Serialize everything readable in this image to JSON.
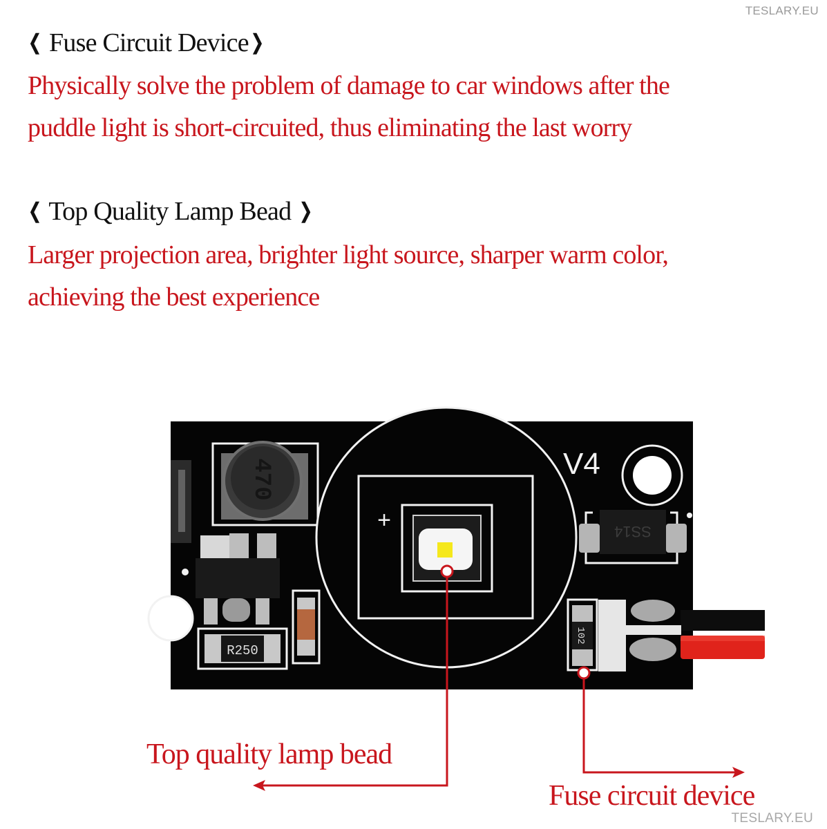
{
  "watermark": {
    "top": "TESLARY.EU",
    "bottom": "TESLARY.EU"
  },
  "sections": [
    {
      "heading_open": "❬",
      "heading": " Fuse Circuit Device",
      "heading_close": "❭",
      "description_lines": [
        "Physically solve the problem of damage to car windows after the",
        "puddle light is short-circuited, thus eliminating the last worry"
      ]
    },
    {
      "heading_open": "❬",
      "heading": " Top Quality Lamp Bead ",
      "heading_close": "❭",
      "description_lines": [
        "Larger projection area, brighter light source, sharper warm color,",
        "achieving the best experience"
      ]
    }
  ],
  "pcb": {
    "silkscreen_label": "V4",
    "inductor_marking": "470",
    "resistor_marking": "R250",
    "diode_marking": "SS14",
    "fuse_resistor_marking": "102",
    "polarity_mark": "+"
  },
  "callouts": {
    "lamp_bead": "Top quality lamp bead",
    "fuse_circuit": "Fuse circuit device"
  },
  "colors": {
    "accent_red": "#c8161d",
    "heading_black": "#111111",
    "pcb_black": "#050505",
    "silkscreen_white": "#f2f2f2",
    "wire_red": "#e0231b"
  }
}
